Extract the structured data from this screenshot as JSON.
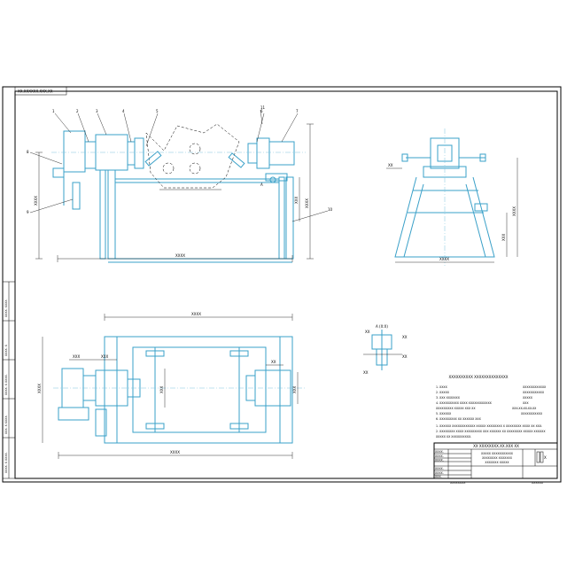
{
  "colors": {
    "part_line": "#3aa0c8",
    "axis_line": "#7fc3de",
    "frame": "#000000",
    "background": "#ffffff"
  },
  "header": {
    "corner_code": "XX.XXXXXX.XXX.XX"
  },
  "front_view": {
    "balloons": [
      "1",
      "2",
      "3",
      "4",
      "5",
      "6",
      "7",
      "8",
      "9",
      "10",
      "11"
    ],
    "dim_overall_width": "XXXX",
    "dim_height_left": "XXXX",
    "dim_height_right": "XXXX",
    "dim_mid_height": "XXX",
    "view_marker": "A"
  },
  "side_view": {
    "dim_width": "XXXX",
    "dim_height": "XXXX",
    "dim_mid": "XXX",
    "dim_offset": "XX"
  },
  "plan_view": {
    "dim_overall_length": "XXXX",
    "dim_inner_length": "XXXX",
    "dim_width": "XXXX",
    "dim_small_a": "XXX",
    "dim_small_b": "XXX",
    "dim_small_c": "XX",
    "dim_small_d": "XXX",
    "dim_center": "XXX"
  },
  "detail_view": {
    "title": "A (X:X)",
    "dim_a": "XX",
    "dim_b": "XX",
    "dim_c": "XX",
    "dim_d": "XX"
  },
  "tech_spec": {
    "title": "XXXXXXXXXX XXXXXXXXXXXXXX",
    "items": [
      "1. XXXX",
      "2. XXXXX",
      "3. XXX XXXXXXX",
      "4. XXXXXXXXXX XXXX XXXXXXXXXXXX",
      "   XXXXXXXXX XXXXX XXX XX",
      "5. XXXXXX",
      "6. XXXXXXXXX XX XXXXXX XXX"
    ],
    "values": [
      "XXXXXXXXXXXX",
      "XXXXXXXXXXX",
      "XXXXX",
      "XXX",
      "XXX-XX-XX-XX-XX",
      "XXXXXXXXXXX"
    ],
    "notes": [
      "1. XXXXXX XXXXXXXXXXXX XXXXX XXXXXXXX X XXXXXXXX XXXX XX XXX.",
      "2. XXXXXXXX XXXX XXXXXXXXX XXX XXXXXX XX XXXXXXXX XXXXX XXXXXX",
      "   XXXXX XX XXXXXXXXXX."
    ]
  },
  "title_block": {
    "designation": "XX XXXXXXXX.XX.XXX XX",
    "name_line1": "XXXXX XXXXXXXXXXX",
    "name_line2": "XXXXXXXX XXXXXXX",
    "name_line3": "XXXXXXX XXXXX",
    "sheet_value": "X",
    "rows": [
      "XXXX.",
      "XXXX.",
      "XXXX.",
      "XXXX.",
      "XXXX.",
      "XXX."
    ],
    "footer_left": "XXXXXXXX",
    "footer_right": "XXXXXX"
  },
  "side_strip": {
    "labels": [
      "XXXX. XXXX.",
      "XXXX. X",
      "XXXX. X XXXX.",
      "XXX. X XXXX.",
      "XXXX. X XXXX."
    ]
  }
}
